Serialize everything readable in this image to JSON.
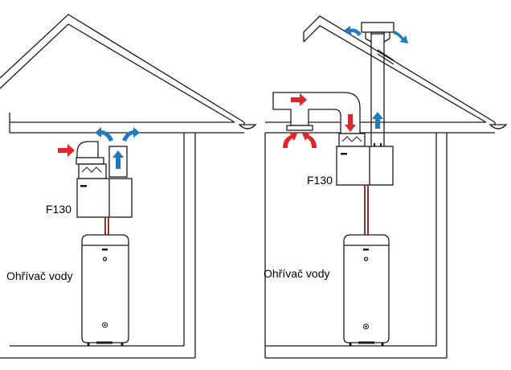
{
  "left_diagram": {
    "unit_label": "F130",
    "heater_label": "Ohřívač vody"
  },
  "right_diagram": {
    "unit_label": "F130",
    "heater_label": "Ohřívač vody"
  },
  "colors": {
    "supply_arrow": "#e3242b",
    "exhaust_arrow": "#1f7bc1",
    "line": "#1a1a1a",
    "pipe": "#8b1a1a"
  },
  "icons": {
    "supply": "arrow-red",
    "exhaust": "arrow-blue"
  }
}
